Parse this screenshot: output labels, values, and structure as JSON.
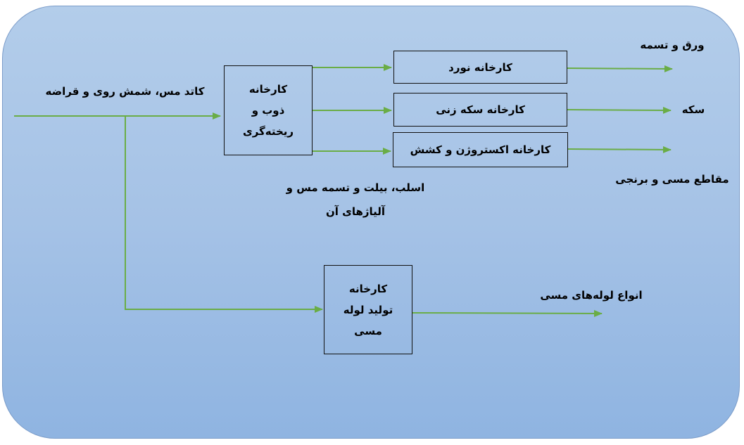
{
  "input_label": "کاتد مس، شمش روی و قراضه",
  "smelting_box": {
    "lines": [
      "کارخانه",
      "ذوب و",
      "ریخته‌گری"
    ]
  },
  "smelting_output": {
    "lines": [
      "اسلب، بیلت و تسمه مس و",
      "آلیاژهای آن"
    ]
  },
  "rolling_box": "کارخانه نورد",
  "minting_box": "کارخانه سکه زنی",
  "extrusion_box": "کارخانه اکستروژن و کشش",
  "rolling_output": "ورق و تسمه",
  "minting_output": "سکه",
  "extrusion_output": "مقاطع مسی و برنجی",
  "pipe_box": {
    "lines": [
      "کارخانه",
      "تولید لوله",
      "مسی"
    ]
  },
  "pipe_output": "انواع لوله‌های مسی",
  "colors": {
    "arrow": "#6aad46",
    "background_top": "#b3cdea",
    "background_bottom": "#8fb4e1",
    "box_border": "#111111"
  }
}
